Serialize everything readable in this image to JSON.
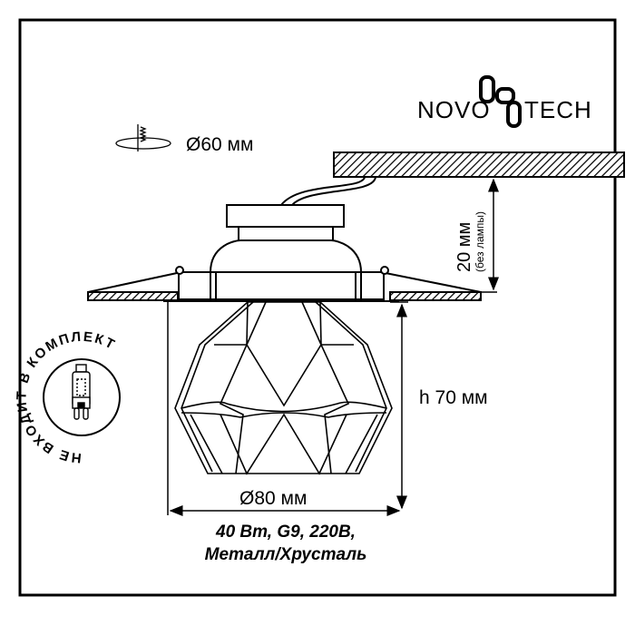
{
  "brand": {
    "logo_text": "NOVOTECH"
  },
  "dimensions": {
    "cutout": "Ø60 мм",
    "diameter": "Ø80 мм",
    "height": "h 70 мм",
    "depth": "20 мм",
    "depth_note": "(без лампы)"
  },
  "lamp_badge": {
    "text": "НЕ ВХОДИТ В КОМПЛЕКТ"
  },
  "specs": {
    "line1": "40 Вт, G9, 220В,",
    "line2": "Металл/Хрусталь"
  },
  "colors": {
    "stroke": "#000000",
    "background": "#ffffff"
  }
}
